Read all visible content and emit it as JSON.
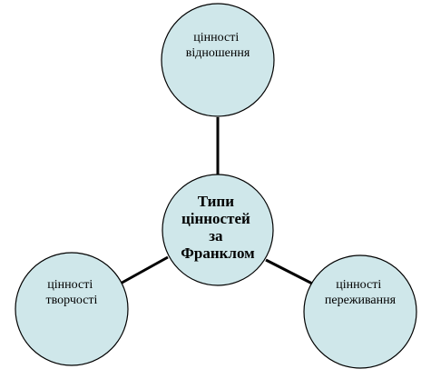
{
  "diagram": {
    "center": {
      "lines": [
        "Типи",
        "цінностей",
        "за",
        "Франклом"
      ]
    },
    "nodes": {
      "top": {
        "lines": [
          "цінності",
          "відношення"
        ]
      },
      "left": {
        "lines": [
          "цінності",
          "творчості"
        ]
      },
      "right": {
        "lines": [
          "цінності",
          "переживання"
        ]
      }
    },
    "colors": {
      "circle_fill": "#cfe7ea",
      "outline": "#000000"
    }
  }
}
